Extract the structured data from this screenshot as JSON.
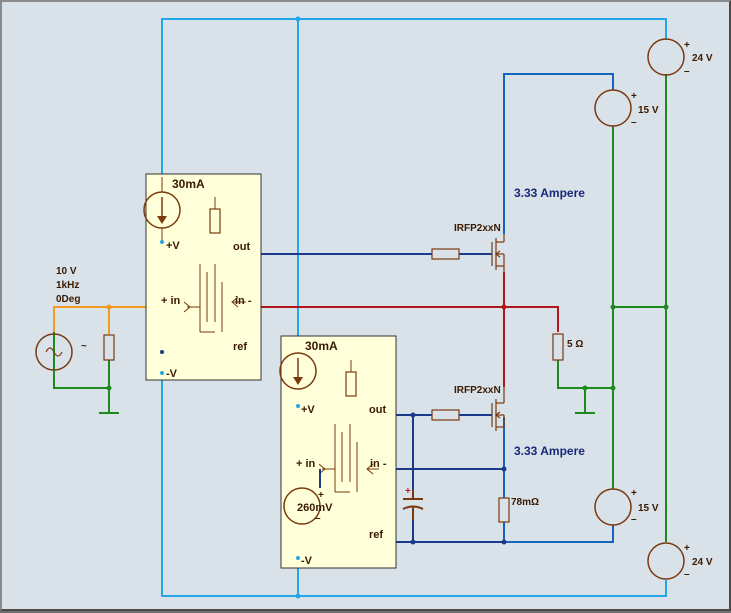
{
  "colors": {
    "background": "#d9e1e9",
    "module_fill": "#ffffd9",
    "wire_light_blue": "#22a8e8",
    "wire_blue": "#1565c0",
    "wire_dark_blue": "#1b3a8a",
    "wire_red": "#b0161e",
    "wire_orange": "#f29a22",
    "wire_green": "#1e8a1e",
    "component": "#7a3a10"
  },
  "source": {
    "amplitude": "10 V",
    "frequency": "1kHz",
    "phase": "0Deg"
  },
  "module_top": {
    "current": "30mA",
    "plus_v": "+V",
    "minus_v": "-V",
    "out": "out",
    "in_plus": "+ in",
    "in_minus": "in -",
    "ref": "ref"
  },
  "module_bottom": {
    "current": "30mA",
    "plus_v": "+V",
    "minus_v": "-V",
    "out": "out",
    "in_plus": "+ in",
    "in_minus": "in -",
    "ref": "ref",
    "offset_voltage": "260mV"
  },
  "transistor_top": {
    "part": "IRFP2xxN",
    "current": "3.33 Ampere"
  },
  "transistor_bottom": {
    "part": "IRFP2xxN",
    "current": "3.33 Ampere"
  },
  "resistor_load": "5 Ω",
  "resistor_sense": "78mΩ",
  "supplies": {
    "top_outer": "24 V",
    "top_inner": "15 V",
    "bottom_inner": "15 V",
    "bottom_outer": "24 V"
  },
  "polarity": {
    "plus": "+",
    "minus": "–"
  }
}
